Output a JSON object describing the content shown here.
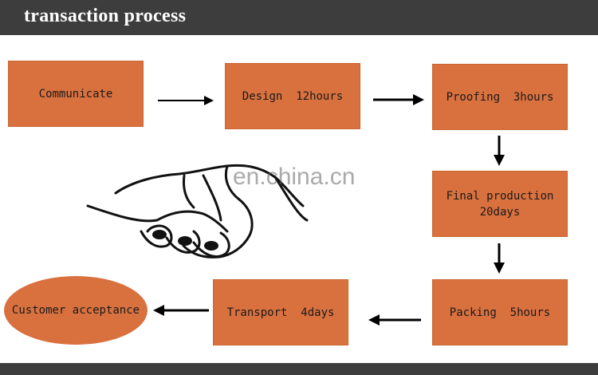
{
  "header": {
    "title": "transaction process"
  },
  "steps": {
    "communicate": "Communicate",
    "design": "Design  12hours",
    "proofing": "Proofing  3hours",
    "final_production_line1": "Final production",
    "final_production_line2": "20days",
    "packing": "Packing  5hours",
    "transport": "Transport  4days",
    "customer_acceptance": "Customer acceptance"
  },
  "watermark": "en.china.cn",
  "colors": {
    "box": "#d9713f",
    "header": "#3d3d3d",
    "arrow": "#000000"
  },
  "icons": {
    "handshake": "handshake-illustration"
  }
}
